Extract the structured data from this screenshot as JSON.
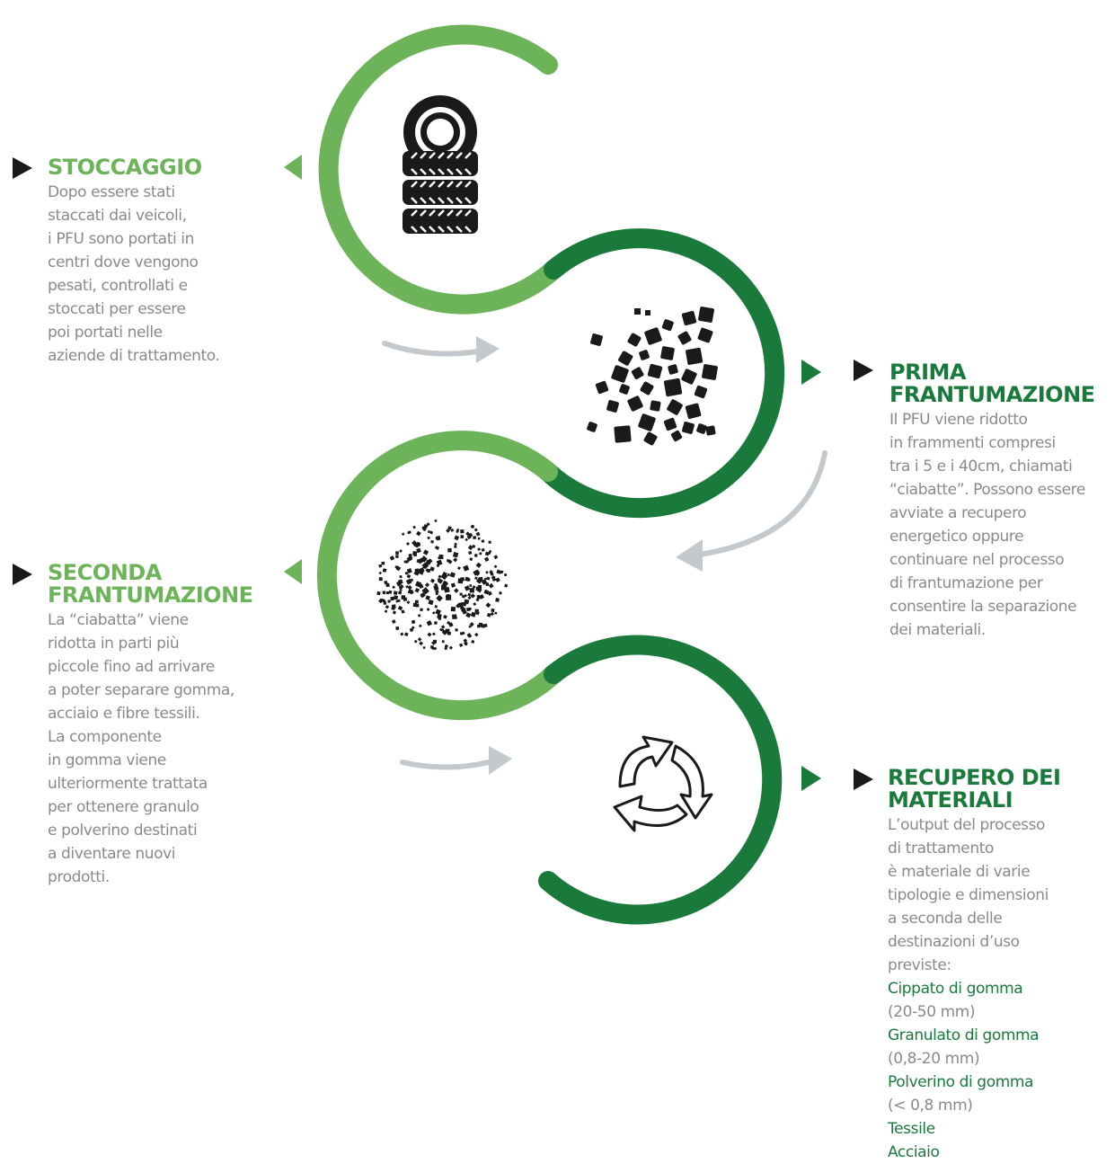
{
  "colors": {
    "light_green": "#6db35a",
    "dark_green": "#1a7a3c",
    "arrow_gray": "#c3c9cc",
    "icon_black": "#1a1a1a",
    "text_gray": "#8a8a8a"
  },
  "steps": [
    {
      "title": "STOCCAGGIO",
      "description": "Dopo essere stati\nstaccati dai veicoli,\ni PFU sono portati in\ncentri dove vengono\npesati, controllati e\nstoccati per essere\npoi portati nelle\naziende di trattamento.",
      "icon": "tire-stack-icon"
    },
    {
      "title": "PRIMA\nFRANTUMAZIONE",
      "description": "Il PFU viene ridotto\nin frammenti compresi\ntra i 5 e i 40cm, chiamati\n“ciabatte”. Possono essere\navviate a recupero\nenergetico oppure\ncontinuare nel processo\ndi frantumazione per\nconsentire la separazione\ndei materiali.",
      "icon": "coarse-fragments-icon"
    },
    {
      "title": "SECONDA\nFRANTUMAZIONE",
      "description": "La “ciabatta” viene\nridotta in parti più\npiccole fino ad arrivare\na poter separare gomma,\nacciaio e fibre tessili.\nLa componente\nin gomma viene\nulteriormente trattata\nper ottenere granulo\ne polverino destinati\na diventare nuovi\nprodotti.",
      "icon": "fine-granules-icon"
    },
    {
      "title": "RECUPERO DEI\nMATERIALI",
      "description": "L’output del processo\ndi trattamento\nè materiale di varie\ntipologie e dimensioni\na seconda delle\ndestinazioni d’uso\npreviste:",
      "icon": "recycle-icon",
      "outputs": [
        {
          "name": "Cippato di gomma",
          "range": "(20-50 mm)"
        },
        {
          "name": "Granulato di gomma",
          "range": "(0,8-20 mm)"
        },
        {
          "name": "Polverino di gomma",
          "range": "(< 0,8 mm)"
        },
        {
          "name": "Tessile",
          "range": ""
        },
        {
          "name": "Acciaio",
          "range": ""
        }
      ]
    }
  ]
}
